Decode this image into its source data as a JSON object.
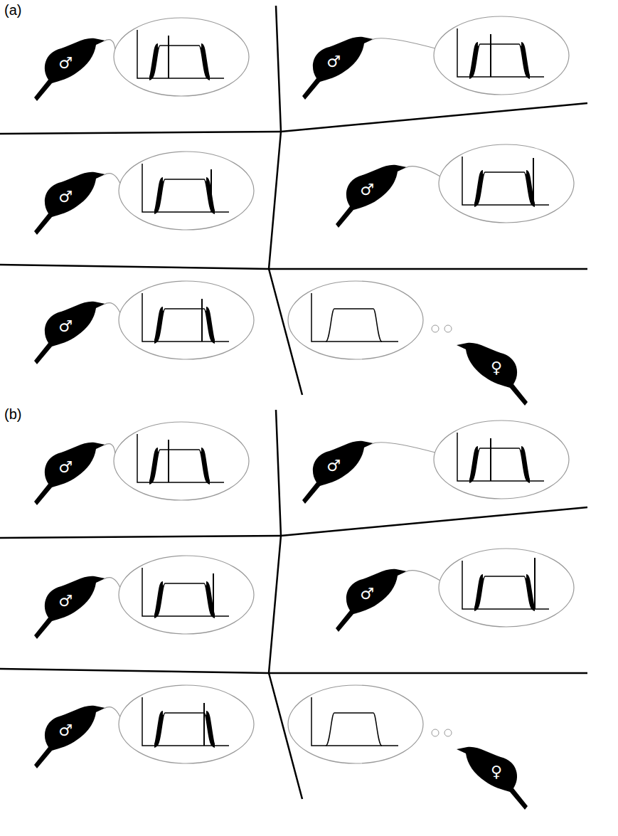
{
  "diagram": {
    "labels": [
      "(a)",
      "♂",
      "♂",
      "♂",
      "♂",
      "♂",
      "♀",
      "(b)",
      "♂",
      "♂",
      "♂",
      "♂",
      "♂",
      "♀"
    ]
  }
}
